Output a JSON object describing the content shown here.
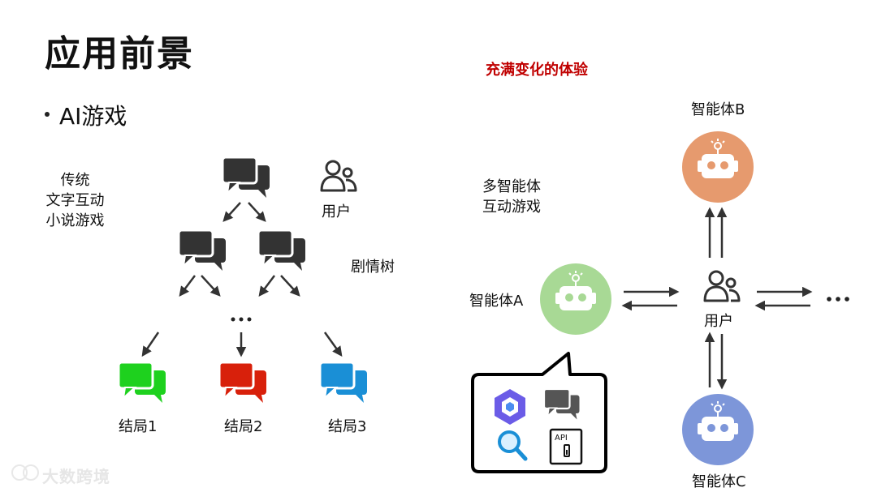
{
  "title": "应用前景",
  "bullet": "AI游戏",
  "subtitle": "充满变化的体验",
  "left": {
    "traditional_lines": [
      "传统",
      "文字互动",
      "小说游戏"
    ],
    "user_label": "用户",
    "tree_label": "剧情树",
    "ellipsis": "...",
    "endings": [
      {
        "label": "结局1",
        "color": "#1ed11e"
      },
      {
        "label": "结局2",
        "color": "#d8200b"
      },
      {
        "label": "结局3",
        "color": "#1a8fd6"
      }
    ]
  },
  "right": {
    "multi_agent_lines": [
      "多智能体",
      "互动游戏"
    ],
    "agent_a": {
      "label": "智能体A",
      "color": "#a8d995"
    },
    "agent_b": {
      "label": "智能体B",
      "color": "#e69a6e"
    },
    "agent_c": {
      "label": "智能体C",
      "color": "#7d96d9"
    },
    "user_label": "用户",
    "ellipsis": "...",
    "api_label": "API"
  },
  "watermark": "大数跨境"
}
